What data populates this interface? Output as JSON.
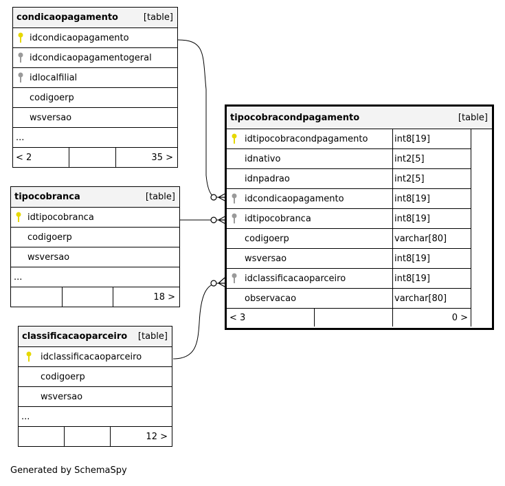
{
  "caption": "Generated by SchemaSpy",
  "tables": {
    "condicaopagamento": {
      "name": "condicaopagamento",
      "type": "[table]",
      "columns": [
        "idcondicaopagamento",
        "idcondicaopagamentogeral",
        "idlocalfilial",
        "codigoerp",
        "wsversao"
      ],
      "more": "...",
      "parents": "< 2",
      "children": "35 >"
    },
    "tipocobranca": {
      "name": "tipocobranca",
      "type": "[table]",
      "columns": [
        "idtipocobranca",
        "codigoerp",
        "wsversao"
      ],
      "more": "...",
      "children": "18 >"
    },
    "classificacaoparceiro": {
      "name": "classificacaoparceiro",
      "type": "[table]",
      "columns": [
        "idclassificacaoparceiro",
        "codigoerp",
        "wsversao"
      ],
      "more": "...",
      "children": "12 >"
    },
    "tipocobracondpagamento": {
      "name": "tipocobracondpagamento",
      "type": "[table]",
      "columns": [
        {
          "name": "idtipocobracondpagamento",
          "type": "int8[19]"
        },
        {
          "name": "idnativo",
          "type": "int2[5]"
        },
        {
          "name": "idnpadrao",
          "type": "int2[5]"
        },
        {
          "name": "idcondicaopagamento",
          "type": "int8[19]"
        },
        {
          "name": "idtipocobranca",
          "type": "int8[19]"
        },
        {
          "name": "codigoerp",
          "type": "varchar[80]"
        },
        {
          "name": "wsversao",
          "type": "int8[19]"
        },
        {
          "name": "idclassificacaoparceiro",
          "type": "int8[19]"
        },
        {
          "name": "observacao",
          "type": "varchar[80]"
        }
      ],
      "parents": "< 3",
      "children": "0 >"
    }
  },
  "colors": {
    "primary_key": "#e6d800",
    "foreign_key": "#9a9a9a",
    "header_bg": "#f3f3f3"
  }
}
